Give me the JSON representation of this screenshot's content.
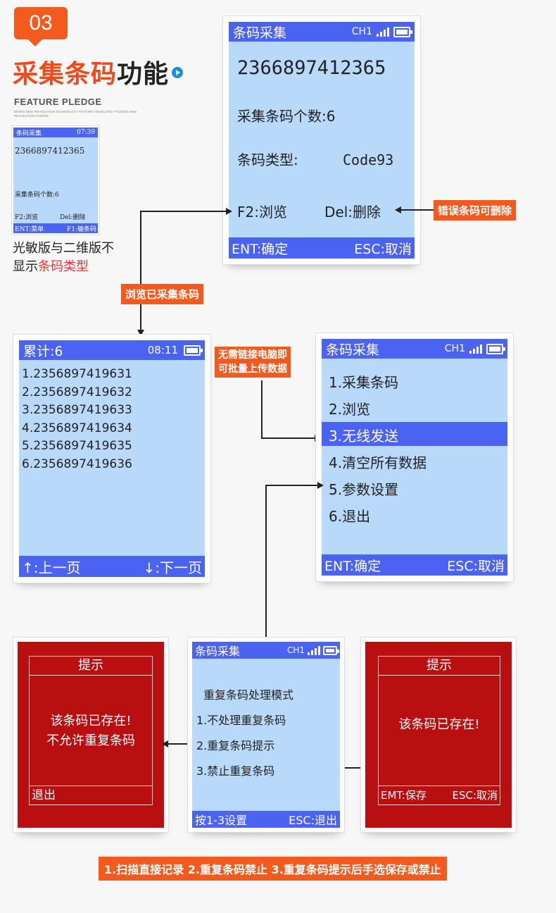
{
  "header": {
    "badge": "03",
    "title_red": "采集条码",
    "title_black": "功能",
    "feature": "FEATURE  PLEDGE",
    "feature_sub": "BRAND NEW REVOLUTION TECHNOLOGY FEATURE ABSOLUTELY PLEDGE NEW REVOLUTION PLEDGE",
    "note_line1": "光敏版与二维版不",
    "note_line2_a": "显示",
    "note_line2_b": "条码类型"
  },
  "mini_screen": {
    "title": "条码采集",
    "time": "07:39",
    "barcode": "2366897412365",
    "count": "采集条码个数:6",
    "f2": "F2:浏览",
    "del": "Del:删除",
    "ent": "ENT:菜单",
    "f1": "F1:输条码"
  },
  "screen_collect": {
    "title": "条码采集",
    "channel": "CH1",
    "barcode": "2366897412365",
    "count": "采集条码个数:6",
    "type_label": "条码类型:",
    "type_value": "Code93",
    "f2": "F2:浏览",
    "del": "Del:删除",
    "ent": "ENT:确定",
    "esc": "ESC:取消"
  },
  "screen_browse": {
    "title": "累计:6",
    "time": "08:11",
    "items": [
      "1.2356897419631",
      "2.2356897419632",
      "3.2356897419633",
      "4.2356897419634",
      "5.2356897419635",
      "6.2356897419636"
    ],
    "prev": "↑:上一页",
    "next": "↓:下一页"
  },
  "screen_menu": {
    "title": "条码采集",
    "channel": "CH1",
    "items": [
      "1.采集条码",
      "2.浏览",
      "3.无线发送",
      "4.清空所有数据",
      "5.参数设置",
      "6.退出"
    ],
    "selected": "3.无线发送",
    "ent": "ENT:确定",
    "esc": "ESC:取消"
  },
  "screen_dup": {
    "title": "条码采集",
    "channel": "CH1",
    "heading": "重复条码处理模式",
    "opt1": "1.不处理重复条码",
    "opt2": "2.重复条码提示",
    "opt3": "3.禁止重复条码",
    "hint": "按1-3设置",
    "esc": "ESC:退出"
  },
  "dialog_left": {
    "title": "提示",
    "line1": "该条码已存在!",
    "line2": "不允许重复条码",
    "footer": "退出"
  },
  "dialog_right": {
    "title": "提示",
    "line1": "该条码已存在!",
    "save": "EMT:保存",
    "esc": "ESC:取消"
  },
  "callouts": {
    "delete": "错误条码可删除",
    "browse": "浏览已采集条码",
    "upload_1": "无需链接电脑即",
    "upload_2": "可批量上传数据",
    "bottom": "1.扫描直接记录 2.重复条码禁止 3.重复条码提示后手选保存或禁止"
  },
  "colors": {
    "accent": "#f25a1e",
    "screen_bg": "#b9d9fb",
    "bar": "#4b63f3",
    "alert_red": "#b90f10"
  }
}
